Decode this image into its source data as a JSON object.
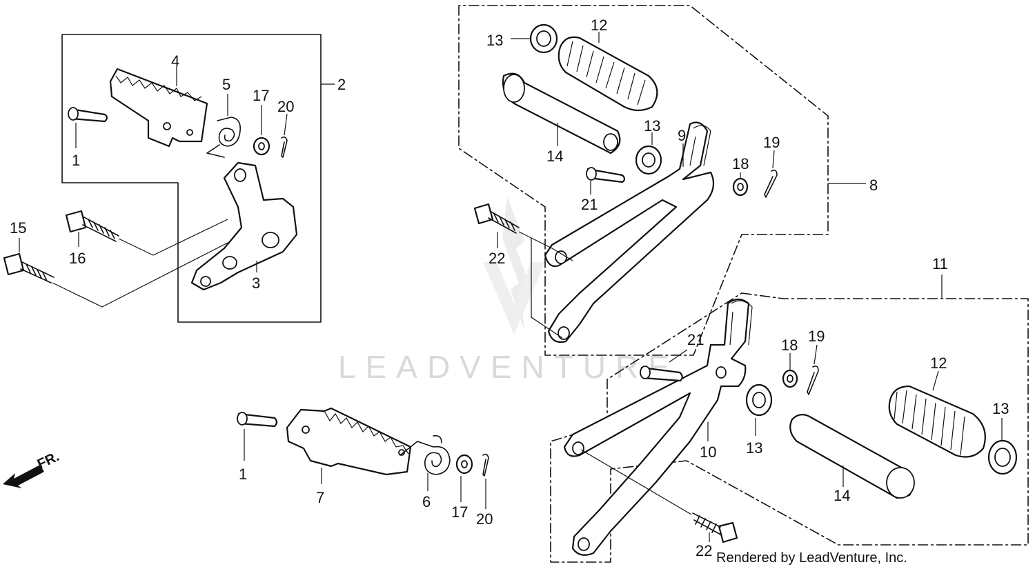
{
  "watermark": "LEADVENTURE",
  "credit": "Rendered by LeadVenture, Inc.",
  "direction_label": "FR.",
  "callouts": {
    "c1a": "1",
    "c2": "2",
    "c3": "3",
    "c4": "4",
    "c5": "5",
    "c15": "15",
    "c16": "16",
    "c17a": "17",
    "c20a": "20",
    "c1b": "1",
    "c7": "7",
    "c6": "6",
    "c17b": "17",
    "c20b": "20",
    "c13a": "13",
    "c12a": "12",
    "c14a": "14",
    "c13b": "13",
    "c9": "9",
    "c21a": "21",
    "c18a": "18",
    "c19a": "19",
    "c8": "8",
    "c22a": "22",
    "c11": "11",
    "c21b": "21",
    "c18b": "18",
    "c19b": "19",
    "c12b": "12",
    "c13c": "13",
    "c10": "10",
    "c13d": "13",
    "c14b": "14",
    "c22b": "22"
  }
}
